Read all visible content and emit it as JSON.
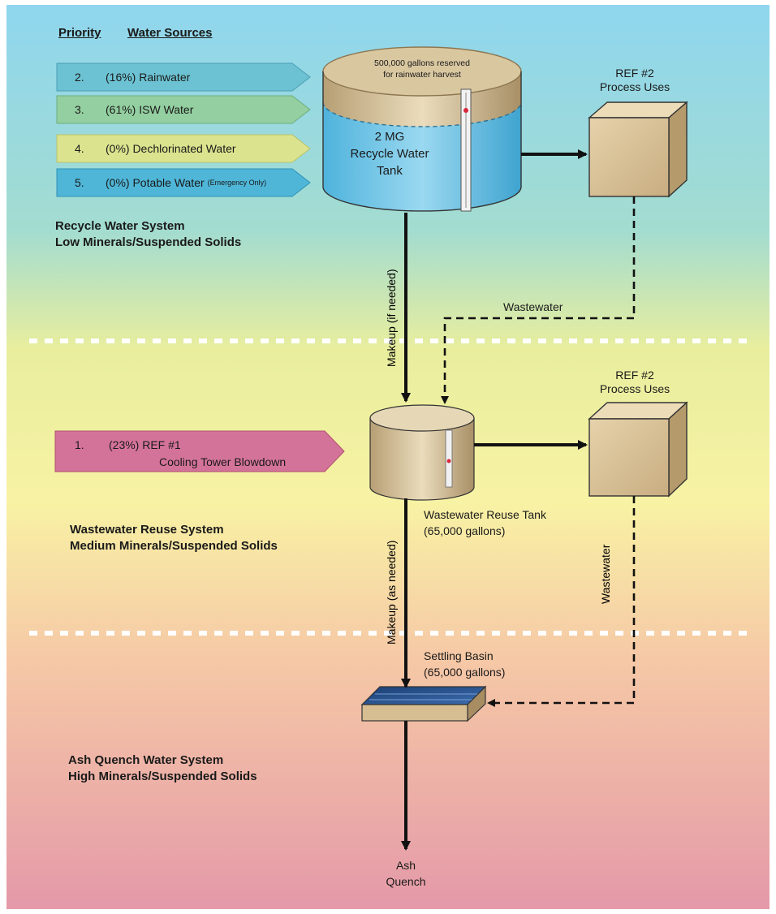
{
  "header": {
    "priority": "Priority",
    "sources": "Water Sources"
  },
  "sources": [
    {
      "num": "2.",
      "text": "(16%) Rainwater",
      "note": "",
      "color": "#6fc2cf"
    },
    {
      "num": "3.",
      "text": "(61%) ISW Water",
      "note": "",
      "color": "#8fcc9a"
    },
    {
      "num": "4.",
      "text": "(0%) Dechlorinated Water",
      "note": "",
      "color": "#d8e38c"
    },
    {
      "num": "5.",
      "text": "(0%) Potable Water",
      "note": "(Emergency Only)",
      "color": "#4fb5d6"
    }
  ],
  "ref1": {
    "num": "1.",
    "line1": "(23%) REF #1",
    "line2": "Cooling Tower Blowdown",
    "color": "#d16a8e"
  },
  "recycle_tank": {
    "reserve": "500,000 gallons reserved",
    "reserve2": "for rainwater harvest",
    "line1": "2 MG",
    "line2": "Recycle Water",
    "line3": "Tank"
  },
  "process_top": {
    "line1": "REF #2",
    "line2": "Process Uses"
  },
  "process_mid": {
    "line1": "REF #2",
    "line2": "Process Uses"
  },
  "systems": {
    "recycle": {
      "line1": "Recycle Water System",
      "line2": "Low Minerals/Suspended Solids"
    },
    "reuse": {
      "line1": "Wastewater Reuse System",
      "line2": "Medium Minerals/Suspended Solids"
    },
    "ash": {
      "line1": "Ash Quench Water System",
      "line2": "High Minerals/Suspended Solids"
    }
  },
  "flows": {
    "makeup_if": "Makeup (if needed)",
    "makeup_as": "Makeup (as needed)",
    "wastewater_top": "Wastewater",
    "wastewater_side": "Wastewater"
  },
  "reuse_tank": {
    "line1": "Wastewater Reuse Tank",
    "line2": "(65,000 gallons)"
  },
  "settling": {
    "line1": "Settling Basin",
    "line2": "(65,000 gallons)"
  },
  "ash": {
    "line1": "Ash",
    "line2": "Quench"
  },
  "colors": {
    "bg_top": "#8fd6ee",
    "bg_mid_a": "#a6dccb",
    "bg_mid_b": "#f4f2a6",
    "bg_low": "#f5c8a6",
    "bg_bottom": "#e49aa8",
    "tank_water": "#6ec6e8",
    "tank_tan": "#d9c7a0",
    "box_tan": "#dcc39a"
  }
}
